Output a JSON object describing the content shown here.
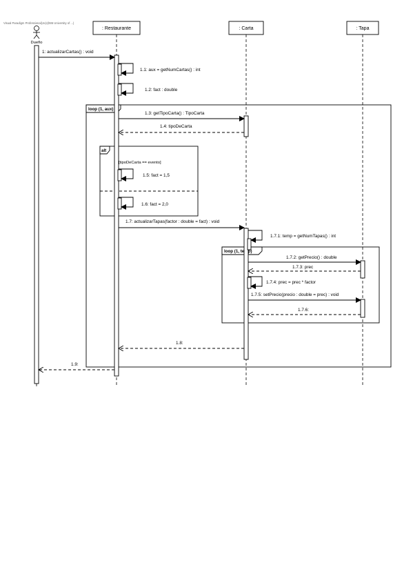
{
  "watermark": "Visual Paradigm Professional(Jo(c)lt86 University of ...)",
  "actors": [
    {
      "label": "Dueño"
    },
    {
      "label": ": Restaurante"
    },
    {
      "label": ": Carta"
    },
    {
      "label": ": Tapa"
    }
  ],
  "messages": {
    "m1": "1: actualizarCartas() : void",
    "m11": "1.1: aux = getNumCartas() : int",
    "m12": "1.2: fact : double",
    "m13": "1.3: getTipoCarta() : TipoCarta",
    "m14": "1.4: tipoDeCarta",
    "m15": "1.5: fact = 1,5",
    "m16": "1.6: fact = 2,0",
    "m17": "1.7: actualizarTapas(factor : double = fact) : void",
    "m171": "1.7.1: temp = getNumTapas() : int",
    "m172": "1.7.2: getPrecio() : double",
    "m173": "1.7.3: prec",
    "m174": "1.7.4: prec = prec * factor",
    "m175": "1.7.5: setPrecio(precio : double = prec) : void",
    "m176": "1.7.6:",
    "m18": "1.8:",
    "m19": "1.9:"
  },
  "frames": {
    "loop1": "loop (1, aux)",
    "alt": "alt",
    "guard": "[tipoDeCarta == evento]",
    "loop2": "loop (1, temp)"
  }
}
